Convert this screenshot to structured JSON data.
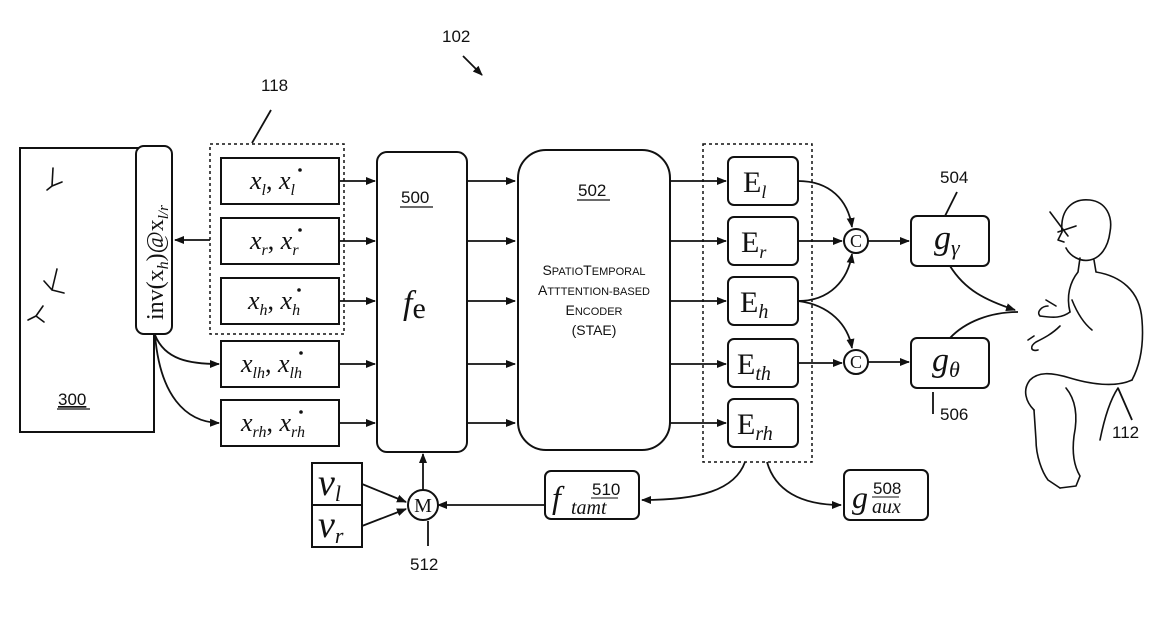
{
  "refs": {
    "r102": "102",
    "r118": "118",
    "r300": "300",
    "r500": "500",
    "r502": "502",
    "r504": "504",
    "r506": "506",
    "r508": "508",
    "r510": "510",
    "r512": "512",
    "r112": "112"
  },
  "inverse_label": {
    "main": "inv(x",
    "sub_h": "h",
    "mid": ")@x",
    "sub_lr": "l/r"
  },
  "inputs": [
    {
      "base": "x",
      "sub": "l"
    },
    {
      "base": "x",
      "sub": "r"
    },
    {
      "base": "x",
      "sub": "h"
    },
    {
      "base": "x",
      "sub": "lh"
    },
    {
      "base": "x",
      "sub": "rh"
    }
  ],
  "encoder_label": {
    "f": "f",
    "e": "e"
  },
  "stae": {
    "line1_big": "S",
    "line1_small": "PATIO",
    "line1_big2": "T",
    "line1_small2": "EMPORAL",
    "line2_big": "A",
    "line2_small": "TTTENTION-BASED",
    "line3_big": "E",
    "line3_small": "NCODER",
    "line4": "(STAE)"
  },
  "embeddings": [
    {
      "base": "E",
      "sub": "l"
    },
    {
      "base": "E",
      "sub": "r"
    },
    {
      "base": "E",
      "sub": "h"
    },
    {
      "base": "E",
      "sub": "th"
    },
    {
      "base": "E",
      "sub": "rh"
    }
  ],
  "concat_symbol": "C",
  "heads": {
    "gamma": {
      "base": "g",
      "sub": "γ"
    },
    "theta": {
      "base": "g",
      "sub": "θ"
    },
    "aux": {
      "base": "g",
      "sub": "aux"
    },
    "tamt": {
      "base": "f",
      "sub": "tamt"
    }
  },
  "velocities": [
    {
      "base": "v",
      "sub": "l"
    },
    {
      "base": "v",
      "sub": "r"
    }
  ],
  "merge_symbol": "M"
}
